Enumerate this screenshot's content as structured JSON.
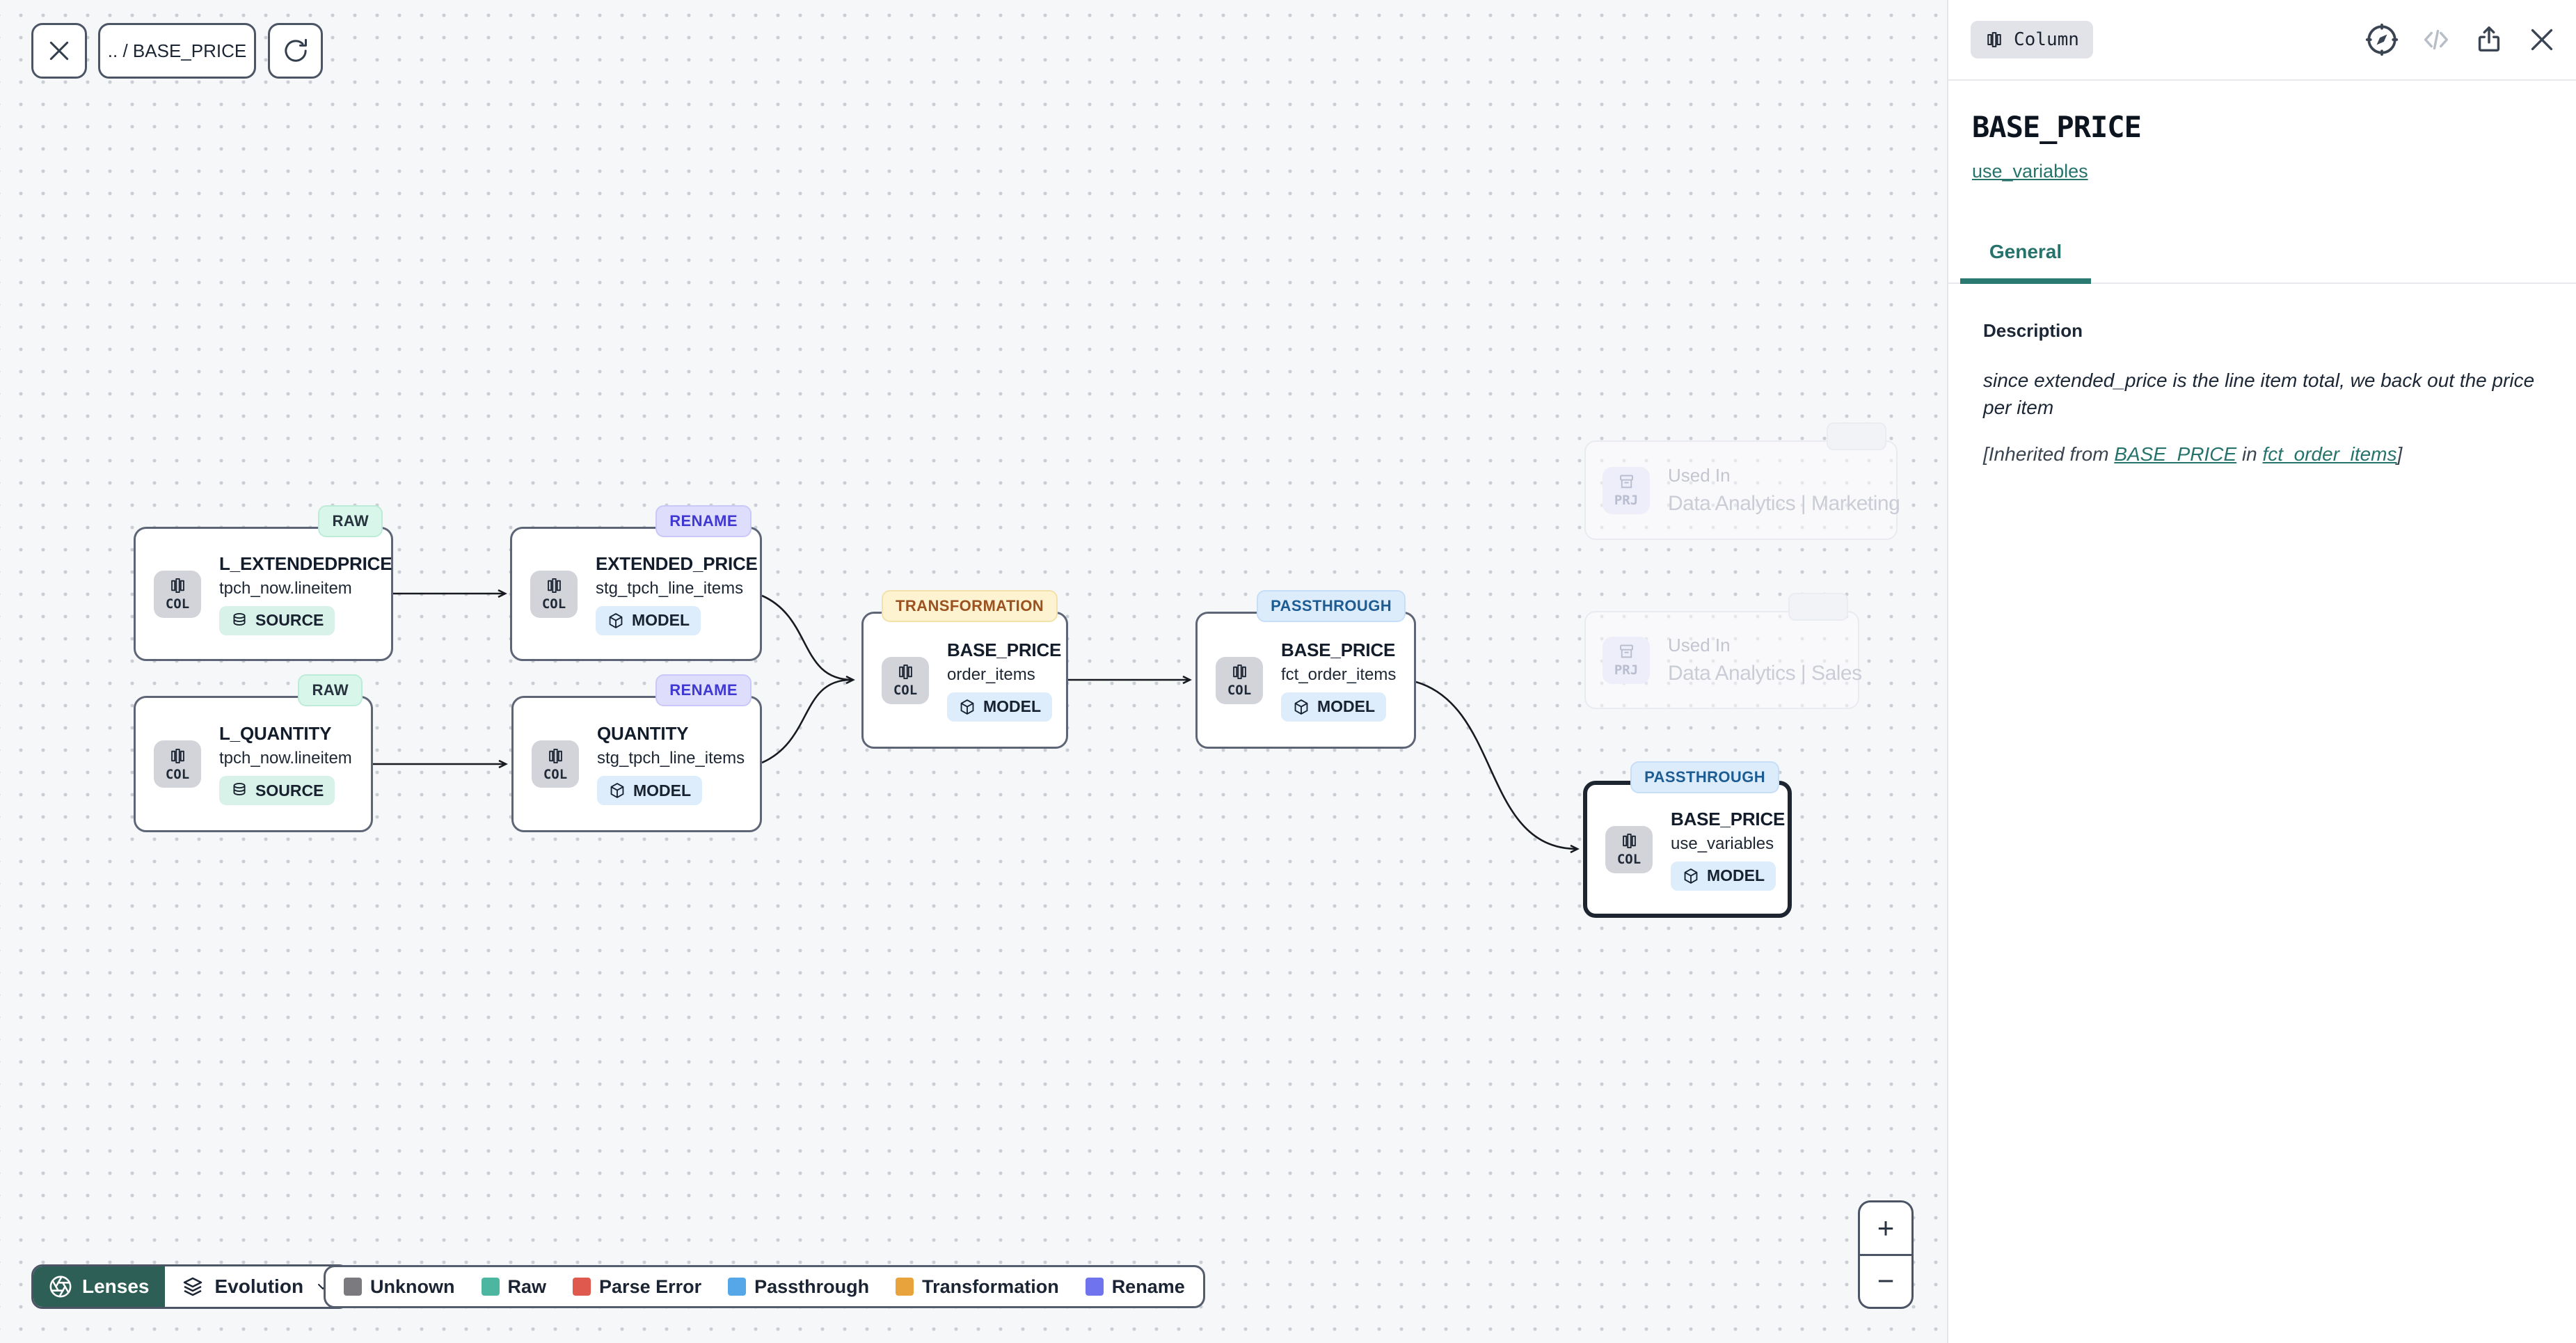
{
  "toolbar": {
    "breadcrumb": ".. / BASE_PRICE"
  },
  "canvas": {
    "nodes": [
      {
        "badge": "RAW",
        "chip": "COL",
        "title": "L_EXTENDEDPRICE",
        "subtitle": "tpch_now.lineitem",
        "pill": "SOURCE"
      },
      {
        "badge": "RENAME",
        "chip": "COL",
        "title": "EXTENDED_PRICE",
        "subtitle": "stg_tpch_line_items",
        "pill": "MODEL"
      },
      {
        "badge": "RAW",
        "chip": "COL",
        "title": "L_QUANTITY",
        "subtitle": "tpch_now.lineitem",
        "pill": "SOURCE"
      },
      {
        "badge": "RENAME",
        "chip": "COL",
        "title": "QUANTITY",
        "subtitle": "stg_tpch_line_items",
        "pill": "MODEL"
      },
      {
        "badge": "TRANSFORMATION",
        "chip": "COL",
        "title": "BASE_PRICE",
        "subtitle": "order_items",
        "pill": "MODEL"
      },
      {
        "badge": "PASSTHROUGH",
        "chip": "COL",
        "title": "BASE_PRICE",
        "subtitle": "fct_order_items",
        "pill": "MODEL"
      },
      {
        "badge": "PASSTHROUGH",
        "chip": "COL",
        "title": "BASE_PRICE",
        "subtitle": "use_variables",
        "pill": "MODEL"
      }
    ],
    "ghosts": [
      {
        "chip": "PRJ",
        "label": "Used In",
        "name": "Data Analytics | Marketing"
      },
      {
        "chip": "PRJ",
        "label": "Used In",
        "name": "Data Analytics | Sales"
      }
    ],
    "lenses": {
      "button": "Lenses",
      "selected_lens": "Evolution"
    },
    "legend": [
      {
        "label": "Unknown",
        "color": "#7a7a7f"
      },
      {
        "label": "Raw",
        "color": "#4db6a0"
      },
      {
        "label": "Parse Error",
        "color": "#e0594f"
      },
      {
        "label": "Passthrough",
        "color": "#55a7e8"
      },
      {
        "label": "Transformation",
        "color": "#e8a33c"
      },
      {
        "label": "Rename",
        "color": "#6f74ee"
      }
    ],
    "zoom": {
      "in": "+",
      "out": "−"
    }
  },
  "panel": {
    "type_badge": "Column",
    "title": "BASE_PRICE",
    "link": "use_variables",
    "tab": "General",
    "description_label": "Description",
    "description": "since extended_price is the line item total, we back out the price per item",
    "inherited": {
      "prefix": "[Inherited from ",
      "link_column": "BASE_PRICE",
      "middle": " in ",
      "link_model": "fct_order_items",
      "suffix": "]"
    }
  }
}
